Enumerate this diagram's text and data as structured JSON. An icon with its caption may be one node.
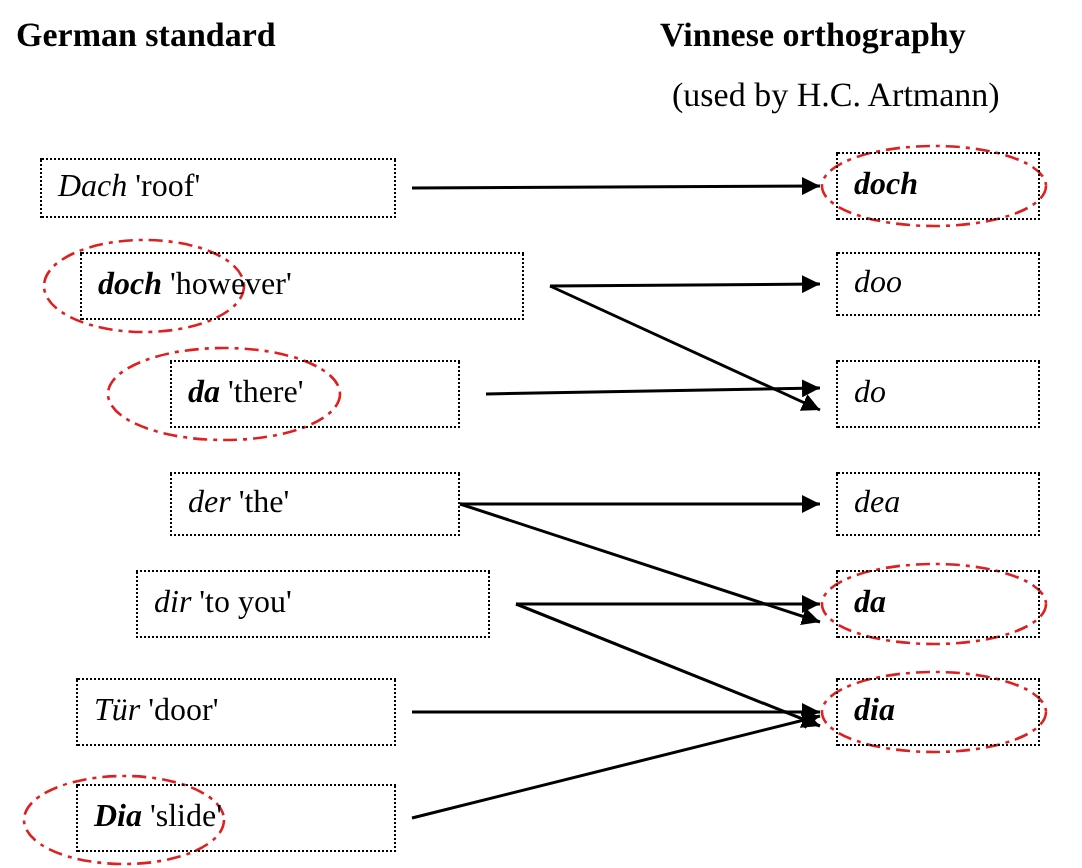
{
  "diagram": {
    "nodes": [
      {
        "text": [
          "*Dach* 'roof'"
        ]
      },
      {
        "text": [
          "**doch** 'however'"
        ]
      },
      {
        "text": [
          "**da** 'there'"
        ]
      },
      {
        "text": [
          "*der* 'the'"
        ]
      },
      {
        "text": [
          "*dir* 'to you'"
        ]
      },
      {
        "text": [
          "*Tür* 'door'"
        ]
      },
      {
        "text": [
          "**Dia** 'slide'"
        ]
      },
      {
        "text": [
          "doch"
        ]
      },
      {
        "text": [
          "doo"
        ]
      },
      {
        "text": [
          "do"
        ]
      },
      {
        "text": [
          "dea"
        ]
      },
      {
        "text": [
          "da"
        ]
      },
      {
        "text": [
          "dia"
        ]
      }
    ],
    "edges": [
      {
        "from": 0,
        "to": 7,
        "arrow": "to"
      },
      {
        "from": 1,
        "to": 8,
        "arrow": "to"
      },
      {
        "from": 1,
        "to": 9,
        "arrow": "to"
      },
      {
        "from": 2,
        "to": 9,
        "arrow": "to"
      },
      {
        "from": 3,
        "to": 10,
        "arrow": "to"
      },
      {
        "from": 3,
        "to": 11,
        "arrow": "to"
      },
      {
        "from": 4,
        "to": 11,
        "arrow": "to"
      },
      {
        "from": 4,
        "to": 12,
        "arrow": "to"
      },
      {
        "from": 5,
        "to": 12,
        "arrow": "to"
      },
      {
        "from": 6,
        "to": 12,
        "arrow": "to"
      }
    ],
    "labels": [
      "German standard",
      "Vinnese orthography",
      "(used by H.C. Artmann)"
    ]
  }
}
